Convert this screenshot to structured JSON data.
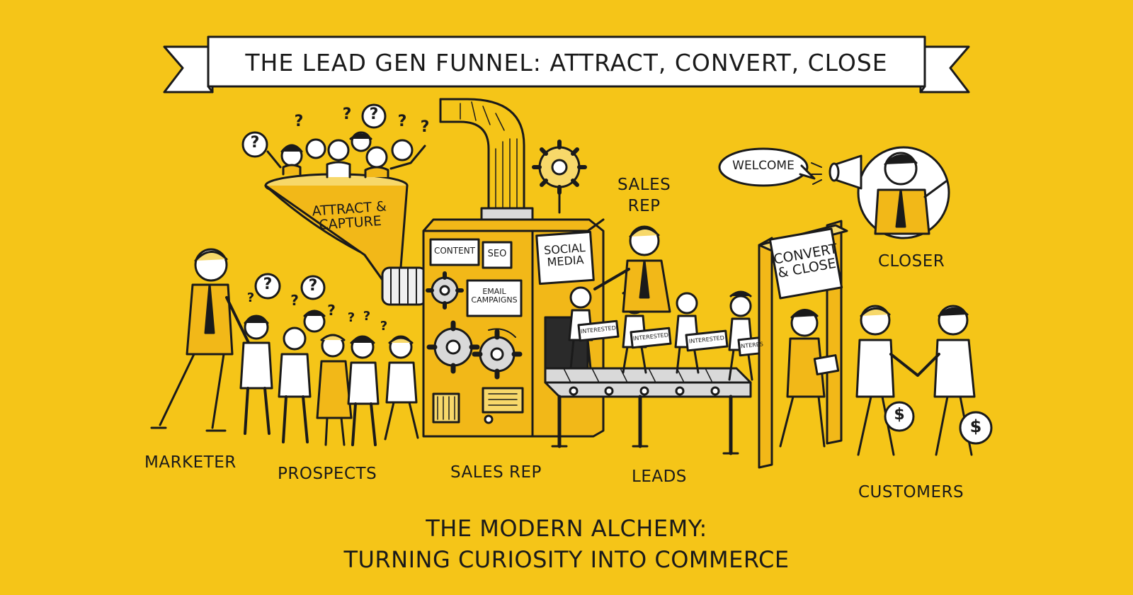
{
  "title": "THE LEAD GEN FUNNEL: ATTRACT, CONVERT, CLOSE",
  "funnel_label": [
    "ATTRACT &",
    "CAPTURE"
  ],
  "machine_panels": {
    "content": "CONTENT",
    "seo": "SEO",
    "social_media": [
      "SOCIAL",
      "MEDIA"
    ],
    "email_campaigns": [
      "EMAIL",
      "CAMPAIGNS"
    ]
  },
  "lead_sign": "INTERESTED",
  "gate_sign": [
    "CONVERT",
    "& CLOSE"
  ],
  "speech_bubble": "WELCOME",
  "question_mark": "?",
  "money_symbol": "$",
  "role_labels": {
    "sales_rep_top": [
      "SALES",
      "REP"
    ],
    "closer": "CLOSER",
    "marketer": "MARKETER",
    "prospects": "PROSPECTS",
    "sales_rep_bottom": "SALES REP",
    "leads": "LEADS",
    "customers": "CUSTOMERS"
  },
  "tagline": [
    "THE MODERN ALCHEMY:",
    "TURNING CURIOSITY INTO COMMERCE"
  ],
  "colors": {
    "background": "#F5C518",
    "ink": "#1a1a1a",
    "paper": "#FFFFFF",
    "machine": "#F2B818",
    "shirt": "#E8A81C"
  }
}
